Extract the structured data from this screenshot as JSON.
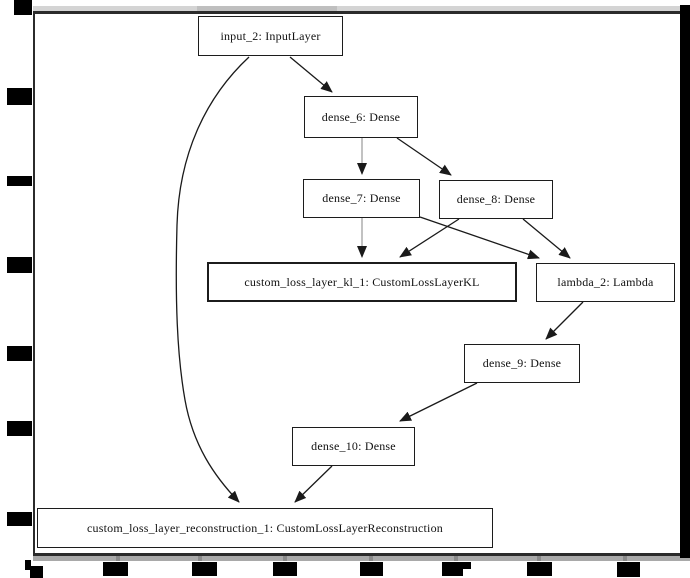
{
  "figure": {
    "kind": "keras-model-plot",
    "colors": {
      "background": "#ffffff",
      "node_fill": "#ffffff",
      "node_border": "#1c1c1c",
      "edge": "#1a1a1a",
      "light_edge": "#999999",
      "frame": "#2b2b2b",
      "top_strip": "#d4d4d4",
      "bottom_strip": "#a9a9a9",
      "tick_blob": "#000000",
      "right_bar": "#000000"
    }
  },
  "diagram": {
    "nodes": [
      {
        "id": "input_2",
        "label": "input_2: InputLayer"
      },
      {
        "id": "dense_6",
        "label": "dense_6: Dense"
      },
      {
        "id": "dense_7",
        "label": "dense_7: Dense"
      },
      {
        "id": "dense_8",
        "label": "dense_8: Dense"
      },
      {
        "id": "custom_loss_layer_kl_1",
        "label": "custom_loss_layer_kl_1: CustomLossLayerKL"
      },
      {
        "id": "lambda_2",
        "label": "lambda_2: Lambda"
      },
      {
        "id": "dense_9",
        "label": "dense_9: Dense"
      },
      {
        "id": "dense_10",
        "label": "dense_10: Dense"
      },
      {
        "id": "custom_loss_layer_reconstruction_1",
        "label": "custom_loss_layer_reconstruction_1: CustomLossLayerReconstruction"
      }
    ],
    "edges": [
      {
        "from": "input_2",
        "to": "dense_6"
      },
      {
        "from": "input_2",
        "to": "custom_loss_layer_reconstruction_1"
      },
      {
        "from": "dense_6",
        "to": "dense_7"
      },
      {
        "from": "dense_6",
        "to": "dense_8"
      },
      {
        "from": "dense_7",
        "to": "custom_loss_layer_kl_1"
      },
      {
        "from": "dense_7",
        "to": "lambda_2"
      },
      {
        "from": "dense_8",
        "to": "custom_loss_layer_kl_1"
      },
      {
        "from": "dense_8",
        "to": "lambda_2"
      },
      {
        "from": "lambda_2",
        "to": "dense_9"
      },
      {
        "from": "dense_9",
        "to": "dense_10"
      },
      {
        "from": "dense_10",
        "to": "custom_loss_layer_reconstruction_1"
      }
    ]
  }
}
